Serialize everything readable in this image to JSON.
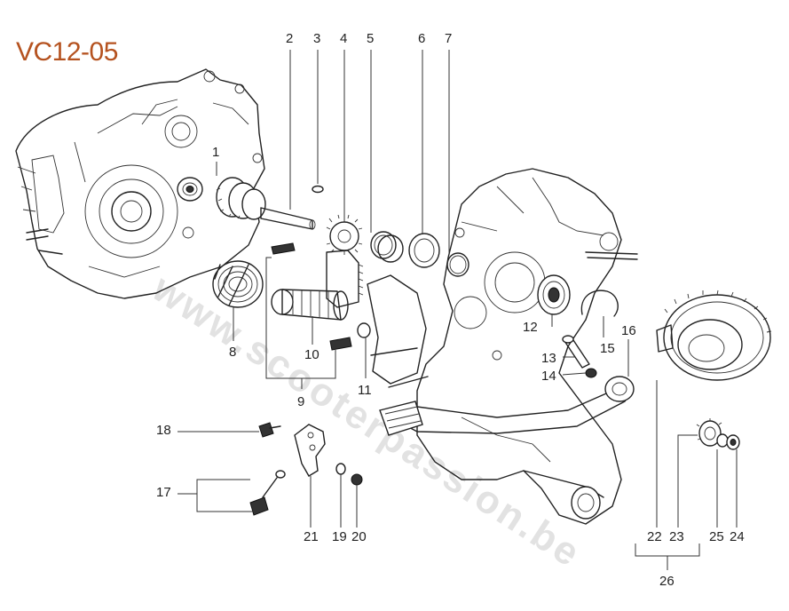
{
  "diagram": {
    "title": "VC12-05",
    "watermark": "www.scooterpassion.be",
    "part_numbers": [
      "1",
      "2",
      "3",
      "4",
      "5",
      "6",
      "7",
      "8",
      "9",
      "10",
      "11",
      "12",
      "13",
      "14",
      "15",
      "16",
      "17",
      "18",
      "19",
      "20",
      "21",
      "22",
      "23",
      "24",
      "25",
      "26"
    ]
  }
}
